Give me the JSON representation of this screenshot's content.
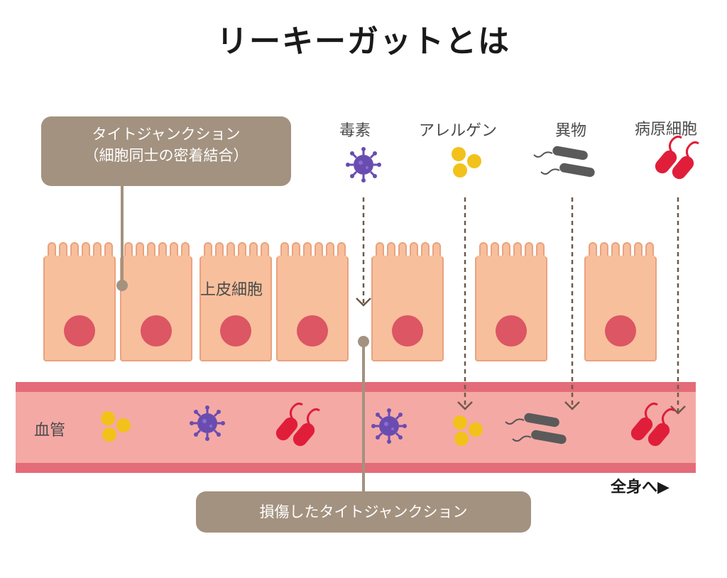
{
  "title": "リーキーガットとは",
  "callout_tight_junction": {
    "line1": "タイトジャンクション",
    "line2": "（細胞同士の密着結合）"
  },
  "callout_damaged": "損傷したタイトジャンクション",
  "labels": {
    "epithelial": "上皮細胞",
    "blood_vessel": "血管",
    "to_body": "全身へ▶"
  },
  "substances": [
    {
      "key": "toxin",
      "label": "毒素",
      "icon": "virus-icon",
      "color": "#6a4cb0"
    },
    {
      "key": "allergen",
      "label": "アレルゲン",
      "icon": "yellow-dots-icon",
      "color": "#f2c21b"
    },
    {
      "key": "foreign",
      "label": "異物",
      "icon": "gray-rod-icon",
      "color": "#555555"
    },
    {
      "key": "pathogen",
      "label": "病原細胞",
      "icon": "red-bacteria-icon",
      "color": "#e01e3a"
    }
  ],
  "colors": {
    "cell": "#f8bf9c",
    "nucleus": "#dc5664",
    "vessel": "#f4a9a5",
    "vessel_wall": "#e46b78",
    "callout": "#a39280",
    "arrow": "#6e5a48"
  }
}
